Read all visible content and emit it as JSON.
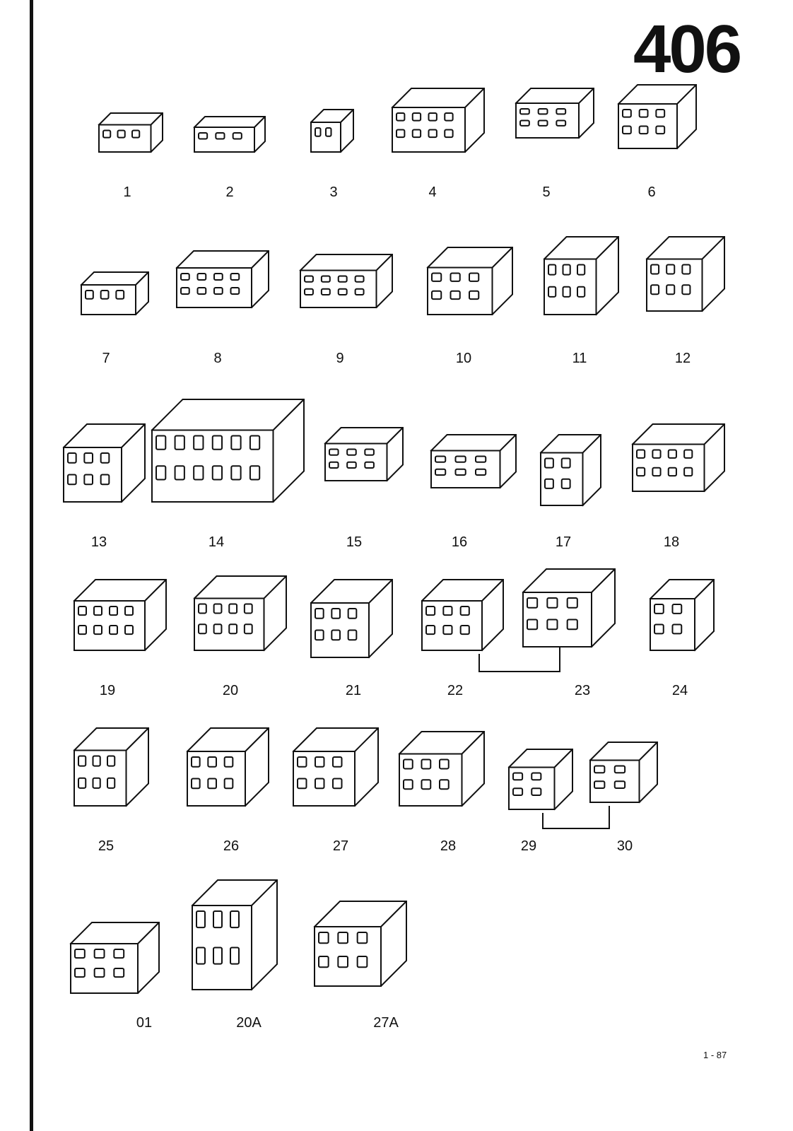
{
  "page_number": "406",
  "date_code": "1 - 87",
  "parts": [
    {
      "label": "1"
    },
    {
      "label": "2"
    },
    {
      "label": "3"
    },
    {
      "label": "4"
    },
    {
      "label": "5"
    },
    {
      "label": "6"
    },
    {
      "label": "7"
    },
    {
      "label": "8"
    },
    {
      "label": "9"
    },
    {
      "label": "10"
    },
    {
      "label": "11"
    },
    {
      "label": "12"
    },
    {
      "label": "13"
    },
    {
      "label": "14"
    },
    {
      "label": "15"
    },
    {
      "label": "16"
    },
    {
      "label": "17"
    },
    {
      "label": "18"
    },
    {
      "label": "19"
    },
    {
      "label": "20"
    },
    {
      "label": "21"
    },
    {
      "label": "22"
    },
    {
      "label": "23"
    },
    {
      "label": "24"
    },
    {
      "label": "25"
    },
    {
      "label": "26"
    },
    {
      "label": "27"
    },
    {
      "label": "28"
    },
    {
      "label": "29"
    },
    {
      "label": "30"
    },
    {
      "label": "01"
    },
    {
      "label": "20A"
    },
    {
      "label": "27A"
    }
  ]
}
